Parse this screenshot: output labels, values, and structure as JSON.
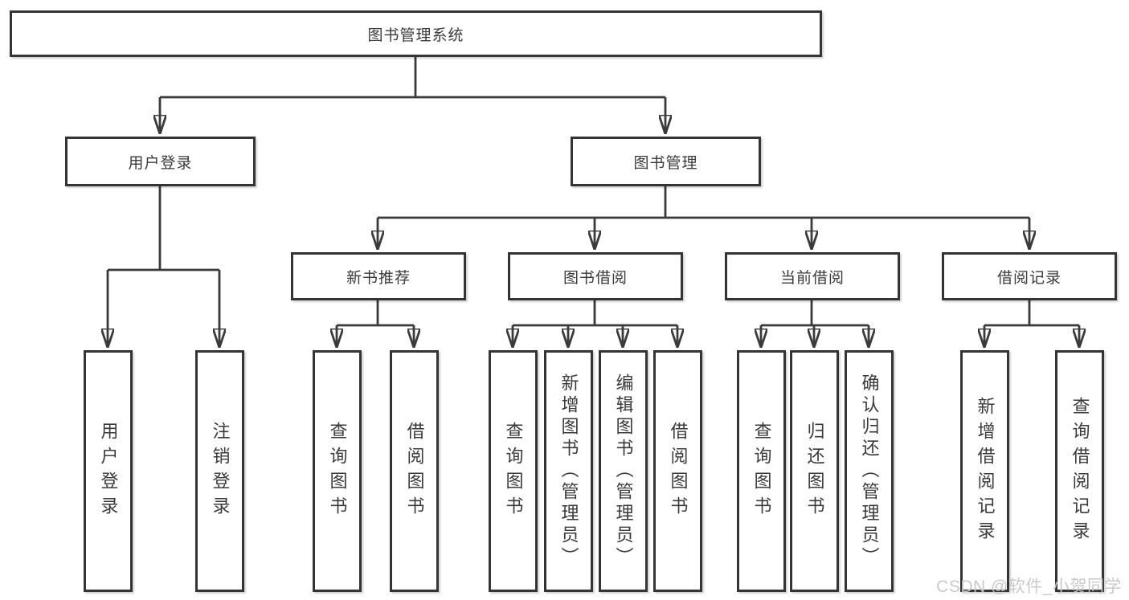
{
  "diagram": {
    "root": {
      "label": "图书管理系统"
    },
    "branches": [
      {
        "label": "用户登录",
        "children": [
          {
            "label": "用户登录"
          },
          {
            "label": "注销登录"
          }
        ]
      },
      {
        "label": "图书管理",
        "children": [
          {
            "label": "新书推荐",
            "children": [
              {
                "label": "查询图书"
              },
              {
                "label": "借阅图书"
              }
            ]
          },
          {
            "label": "图书借阅",
            "children": [
              {
                "label": "查询图书"
              },
              {
                "label": "新增图书（管理员）"
              },
              {
                "label": "编辑图书（管理员）"
              },
              {
                "label": "借阅图书"
              }
            ]
          },
          {
            "label": "当前借阅",
            "children": [
              {
                "label": "查询图书"
              },
              {
                "label": "归还图书"
              },
              {
                "label": "确认归还（管理员）"
              }
            ]
          },
          {
            "label": "借阅记录",
            "children": [
              {
                "label": "新增借阅记录"
              },
              {
                "label": "查询借阅记录"
              }
            ]
          }
        ]
      }
    ]
  },
  "watermark": {
    "text": "CSDN @软件_小贺同学"
  },
  "colors": {
    "line": "#3a3a3a",
    "box_border": "#343434",
    "text": "#3a3a3a",
    "background": "#ffffff",
    "watermark": "#c7c7c7"
  }
}
